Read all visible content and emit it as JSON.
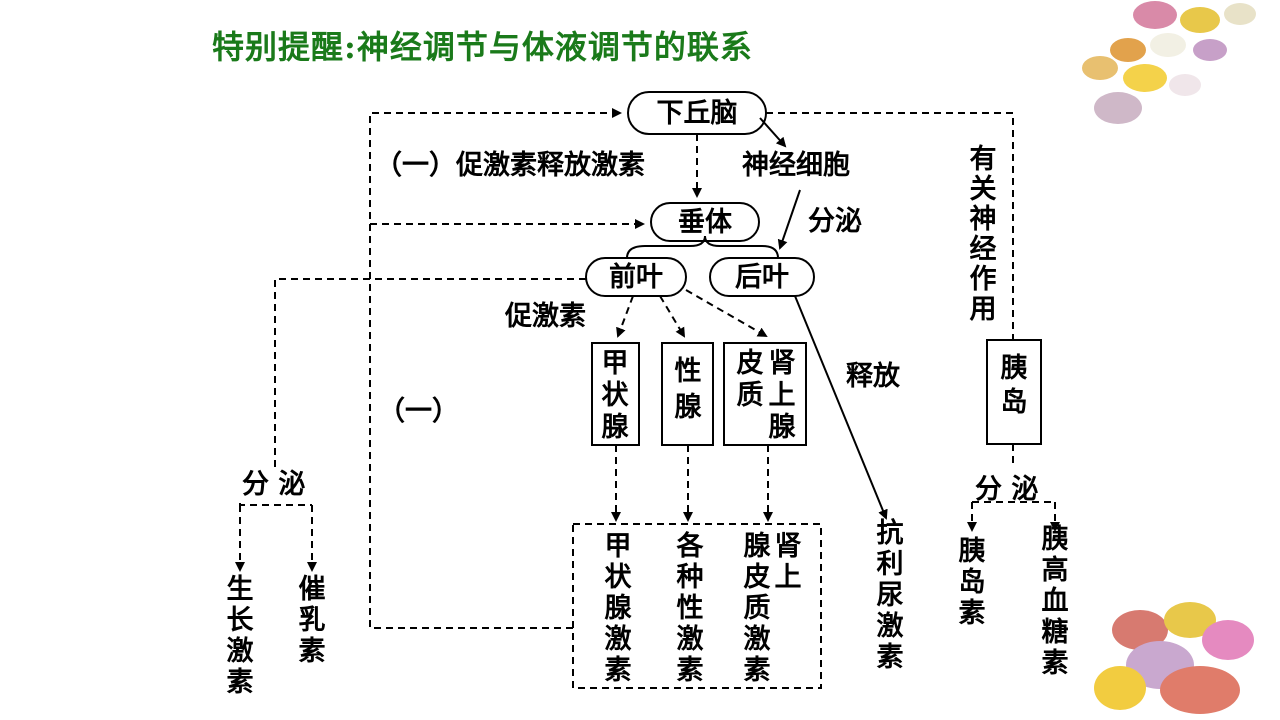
{
  "title": "特别提醒:神经调节与体液调节的联系",
  "nodes": {
    "hypothalamus": "下丘脑",
    "neurons": "神经细胞",
    "pituitary": "垂体",
    "anterior": "前叶",
    "posterior": "后叶",
    "thyroid": "甲状腺",
    "gonad": "性腺",
    "adrenal_cortex": "肾上腺皮质",
    "pancreas": "胰岛"
  },
  "labels": {
    "trh": "（一）促激素释放激素",
    "secrete1": "分泌",
    "tropic": "促激素",
    "feedback": "（一）",
    "release": "释放",
    "nerve_action": "有关神经作用",
    "secrete_left": "分 泌",
    "secrete_right": "分 泌"
  },
  "hormones": {
    "growth": "生长激素",
    "prolactin": "催乳素",
    "thyroxine": "甲状腺激素",
    "sex": "各种性激素",
    "cortisol": "肾上腺皮质激素",
    "adh": "抗利尿激素",
    "insulin": "胰岛素",
    "glucagon": "胰高血糖素"
  },
  "colors": {
    "title": "#1a7a1a"
  }
}
